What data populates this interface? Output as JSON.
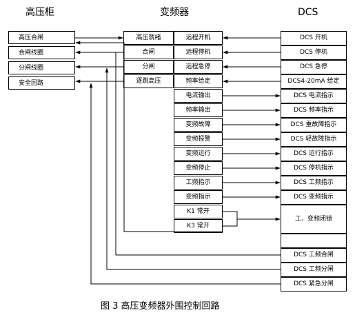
{
  "headers": {
    "hv_cabinet": "高压柜",
    "vfd": "变频器",
    "dcs": "DCS"
  },
  "hv_cabinet_rows": [
    "高压合闸",
    "合闸线圈",
    "分闸线圈",
    "安全回路"
  ],
  "vfd_left_rows": [
    "高压就绪",
    "合闸",
    "分闸",
    "逐跳高压"
  ],
  "vfd_right_rows": [
    "远程开机",
    "远程停机",
    "远程急停",
    "频率给定",
    "电流输出",
    "频率输出",
    "变频故障",
    "变频报警",
    "变频运行",
    "变频停止",
    "工频指示",
    "变频指示",
    "K1 常开",
    "K3 常开"
  ],
  "dcs_rows": [
    "DCS 开机",
    "DCS 停机",
    "DCS 急停",
    "DCS4-20mA 给定",
    "DCS 电流指示",
    "DCS 频率指示",
    "DCS 重故障指示",
    "DCS 轻故障指示",
    "DCS 运行指示",
    "DCS 停机指示",
    "DCS 工频指示",
    "DCS 变频指示",
    "工、变频闭锁",
    "",
    "DCS 工频合闸",
    "DCS 工频分闸",
    "DCS 紧急分闸"
  ],
  "caption": "图 3 高压变频器外围控制回路"
}
